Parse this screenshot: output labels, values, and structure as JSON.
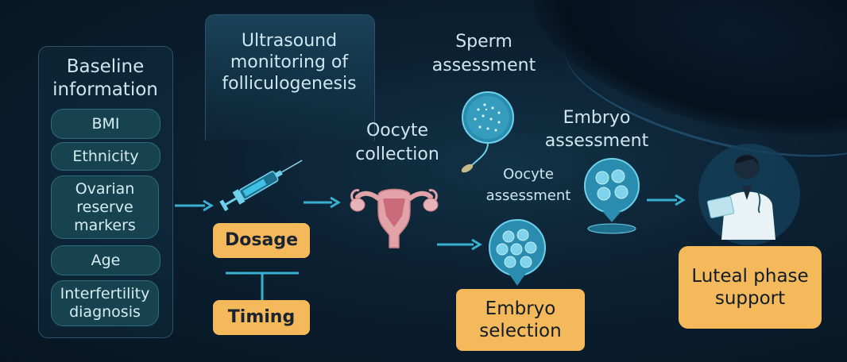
{
  "baseline": {
    "title": "Baseline information",
    "items": [
      "BMI",
      "Ethnicity",
      "Ovarian reserve markers",
      "Age",
      "Interfertility diagnosis"
    ]
  },
  "ultrasound": {
    "title": "Ultrasound monitoring of folliculogenesis"
  },
  "dosage": {
    "label": "Dosage"
  },
  "timing": {
    "label": "Timing"
  },
  "oocyte_collection": {
    "label": "Oocyte collection"
  },
  "sperm_assessment": {
    "label": "Sperm assessment"
  },
  "oocyte_assessment": {
    "label": "Oocyte assessment"
  },
  "embryo_assessment": {
    "label": "Embryo assessment"
  },
  "embryo_selection": {
    "label": "Embryo selection"
  },
  "luteal_support": {
    "label": "Luteal phase support"
  },
  "colors": {
    "accent": "#f4b95b",
    "arrow": "#3ab0d0",
    "background": "#0b1f30"
  }
}
